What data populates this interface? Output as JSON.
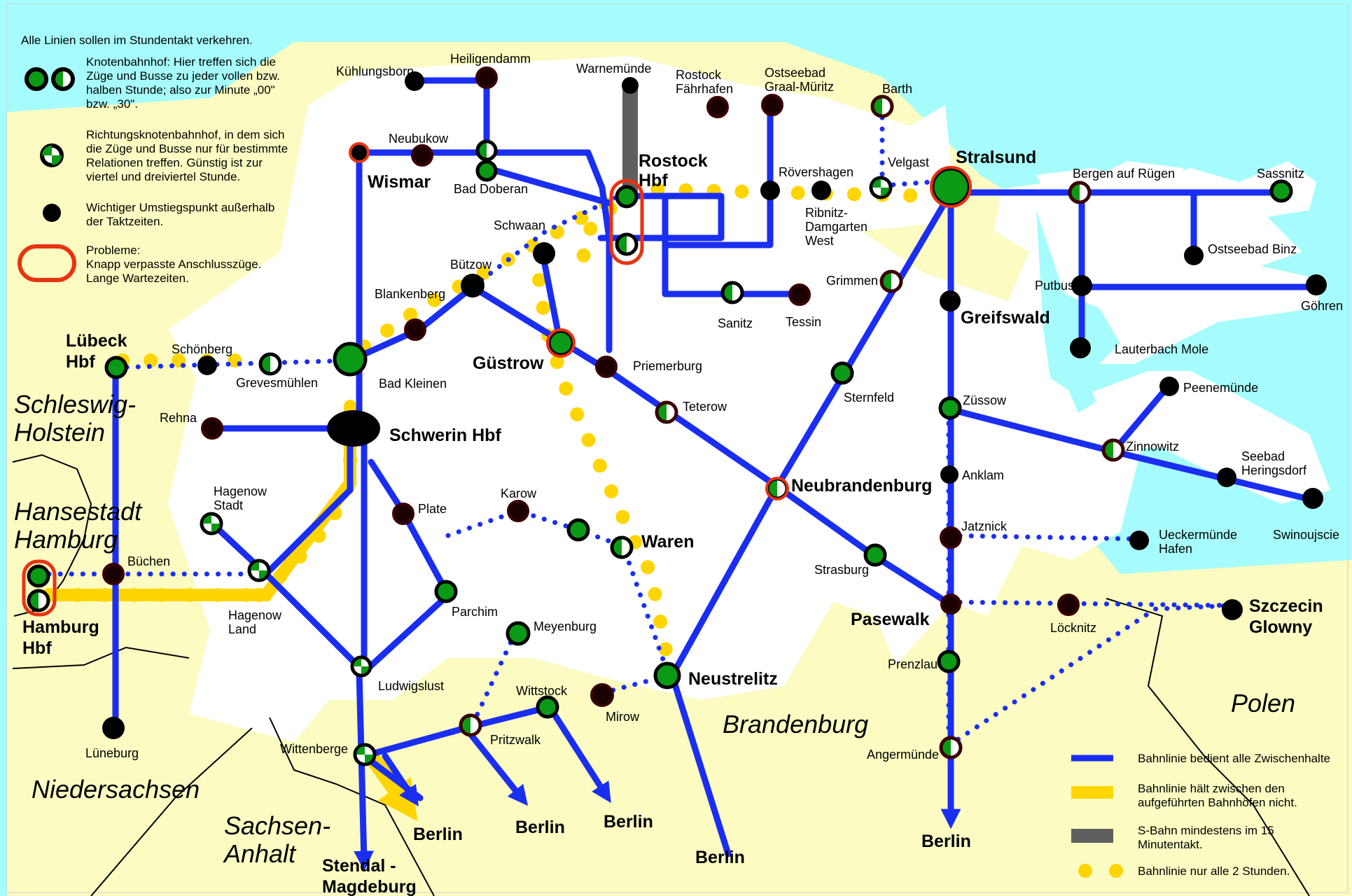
{
  "colors": {
    "sea": "#a6fcfc",
    "land_yellow": "#fbfbc2",
    "land_white": "#ffffff",
    "line_blue": "#1a2ef2",
    "line_yellow": "#ffd500",
    "line_gray": "#5f5f5f",
    "node_green": "#0a9a15",
    "node_dark": "#3a0000",
    "problem_red": "#e83311"
  },
  "intro": {
    "title": "Alle Linien sollen im Stundentakt verkehren.",
    "knoten": [
      "Knotenbahnhof: Hier treffen sich die",
      "Züge und Busse zu jeder vollen bzw.",
      "halben Stunde; also zur Minute „00\"",
      "bzw. „30\"."
    ],
    "richtung": [
      "Richtungsknotenbahnhof, in dem sich",
      "die Züge und Busse nur für bestimmte",
      "Relationen treffen. Günstig ist zur",
      "viertel und dreiviertel Stunde."
    ],
    "umstieg": [
      "Wichtiger Umstiegspunkt außerhalb",
      "der Taktzeiten."
    ],
    "probleme": [
      "Probleme:",
      "Knapp verpasste Anschlusszüge.",
      "Lange Wartezeiten."
    ]
  },
  "legend": {
    "blue": "Bahnlinie bedient alle Zwischenhalte",
    "yellow": [
      "Bahnlinie hält zwischen den",
      "aufgeführten Bahnhöfen nicht."
    ],
    "gray": [
      "S-Bahn mindestens im 15",
      "Minutentakt."
    ],
    "dots": "Bahnlinie nur alle 2 Stunden."
  },
  "regions": {
    "schleswig": [
      "Schleswig-",
      "Holstein"
    ],
    "hamburg": [
      "Hansestadt",
      "Hamburg"
    ],
    "niedersachsen": "Niedersachsen",
    "sachsen": [
      "Sachsen-",
      "Anhalt"
    ],
    "brandenburg": "Brandenburg",
    "polen": "Polen"
  },
  "stations": {
    "kuehlungsborn": "Kühlungsborn",
    "heiligendamm": "Heiligendamm",
    "warnemuende": "Warnemünde",
    "rostock_faehrhafen": [
      "Rostock",
      "Fährhafen"
    ],
    "graal_mueritz": [
      "Ostseebad",
      "Graal-Müritz"
    ],
    "barth": "Barth",
    "neubukow": "Neubukow",
    "wismar": "Wismar",
    "bad_doberan": "Bad Doberan",
    "rostock_hbf": [
      "Rostock",
      "Hbf"
    ],
    "roevershagen": "Rövershagen",
    "velgast": "Velgast",
    "stralsund": "Stralsund",
    "bergen": "Bergen auf Rügen",
    "sassnitz": "Sassnitz",
    "ribnitz": [
      "Ribnitz-",
      "Damgarten",
      "West"
    ],
    "schwaan": "Schwaan",
    "binz": "Ostseebad Binz",
    "buetzow": "Bützow",
    "putbus": "Putbus",
    "goehren": "Göhren",
    "grimmen": "Grimmen",
    "sanitz": "Sanitz",
    "tessin": "Tessin",
    "blankenberg": "Blankenberg",
    "greifswald": "Greifswald",
    "lauterbach": "Lauterbach Mole",
    "luebeck": [
      "Lübeck",
      "Hbf"
    ],
    "schoenberg": "Schönberg",
    "guestrow": "Güstrow",
    "grevesmuehlen": "Grevesmühlen",
    "bad_kleinen": "Bad Kleinen",
    "priemerburg": "Priemerburg",
    "peenemuende": "Peenemünde",
    "teterow": "Teterow",
    "sternfeld": "Sternfeld",
    "zuessow": "Züssow",
    "rehna": "Rehna",
    "schwerin": "Schwerin Hbf",
    "zinnowitz": "Zinnowitz",
    "heringsdorf": [
      "Seebad",
      "Heringsdorf"
    ],
    "anklam": "Anklam",
    "neubrandenburg": "Neubrandenburg",
    "hagenow_stadt": [
      "Hagenow",
      "Stadt"
    ],
    "karow": "Karow",
    "plate": "Plate",
    "swinoujscie": "Swinoujscie",
    "waren": "Waren",
    "jatznick": "Jatznick",
    "ueckermuende": [
      "Ueckermünde",
      "Hafen"
    ],
    "buechen": "Büchen",
    "strasburg": "Strasburg",
    "szczecin": [
      "Szczecin",
      "Glowny"
    ],
    "pasewalk": "Pasewalk",
    "hamburg_hbf": [
      "Hamburg",
      "Hbf"
    ],
    "hagenow_land": [
      "Hagenow",
      "Land"
    ],
    "parchim": "Parchim",
    "meyenburg": "Meyenburg",
    "loecknitz": "Löcknitz",
    "prenzlau": "Prenzlau",
    "ludwigslust": "Ludwigslust",
    "neustrelitz": "Neustrelitz",
    "wittstock": "Wittstock",
    "mirow": "Mirow",
    "pritzwalk": "Pritzwalk",
    "wittenberge": "Wittenberge",
    "lueneburg": "Lüneburg",
    "angermuende": "Angermünde",
    "berlin": "Berlin",
    "stendal": [
      "Stendal -",
      "Magdeburg"
    ]
  }
}
